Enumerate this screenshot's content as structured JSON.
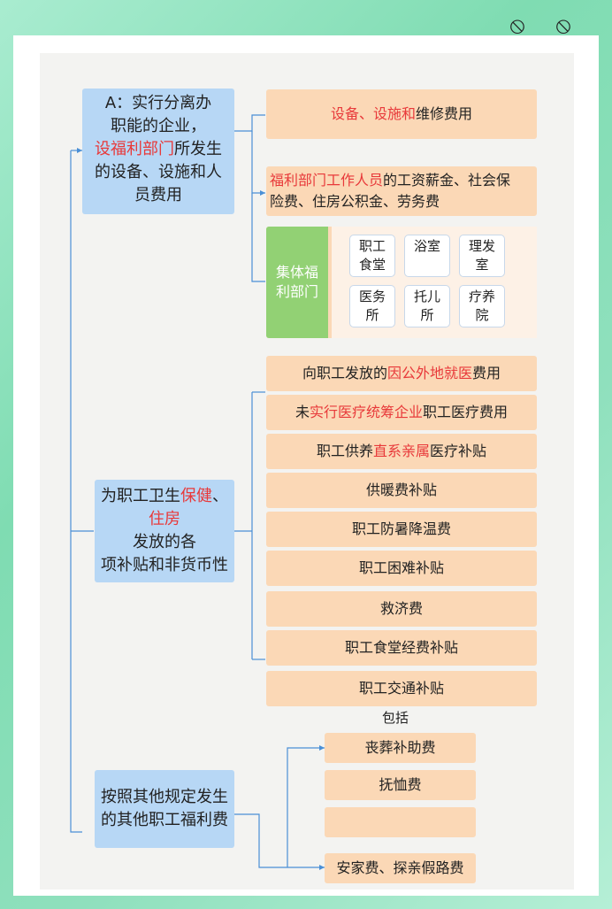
{
  "colors": {
    "highlight": "#e8393a",
    "category_box": "#b7d7f5",
    "item_box": "#fbd8b6",
    "dept_label": "#92d174"
  },
  "top_icons": [
    "circle-arrow-icon",
    "circle-arrow-icon"
  ],
  "branch1": {
    "line1": "A：实行分离办",
    "line2": "职能的企业，",
    "line3_red": "设福利部门",
    "line3_rest": "所发生",
    "line4": "的设备、设施和人",
    "line5": "员费用",
    "item1_pre": "设备、",
    "item1_red": "设施和",
    "item1_post": "维修费用",
    "item2_red": "福利部门工作人员",
    "item2_rest": "的工资薪金、社会保",
    "item2_line2": "险费、住房公积金、劳务费",
    "dept_label": "集体福利部门",
    "depts": [
      "职工食堂",
      "浴室",
      "理发室",
      "医务所",
      "托儿所",
      "疗养院"
    ]
  },
  "branch2": {
    "line1_pre": "为职工卫生",
    "line1_red": "保健",
    "line1_post": "、",
    "line2_red": "住房",
    "line3": "发放的各",
    "line4": "项补贴和非货币性",
    "items": [
      {
        "pre": "向职工发放的",
        "red": "因公外地就医",
        "post": "费用"
      },
      {
        "pre": "未",
        "red": "实行医疗统筹企业",
        "post": "职工医疗费用"
      },
      {
        "pre": "职工供养",
        "red": "直系亲属",
        "post": "医疗补贴"
      },
      {
        "pre": "供暖费补贴",
        "red": "",
        "post": ""
      },
      {
        "pre": "职工防暑降温费",
        "red": "",
        "post": ""
      },
      {
        "pre": "职工困难补贴",
        "red": "",
        "post": ""
      },
      {
        "pre": "救济费",
        "red": "",
        "post": ""
      },
      {
        "pre": "职工食堂经费补贴",
        "red": "",
        "post": ""
      },
      {
        "pre": "职工交通补贴",
        "red": "",
        "post": ""
      }
    ]
  },
  "branch3": {
    "line1": "按照其他规定发生",
    "line2": "的其他职工福利费",
    "mid_label": "包括",
    "items": [
      "丧葬补助费",
      "抚恤费",
      "",
      "安家费、探亲假路费"
    ]
  }
}
